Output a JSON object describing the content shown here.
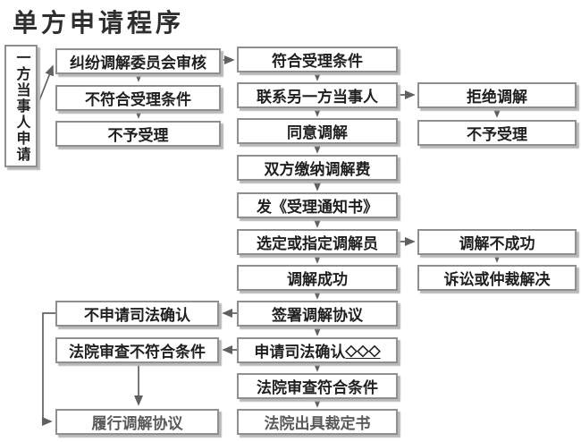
{
  "title": "单方申请程序",
  "colors": {
    "box_border": "#8f8f8f",
    "box_shadow": "#b8b8b8",
    "arrow": "#606060",
    "text": "#1f1f1f",
    "muted_text": "#5a5a5a",
    "background": "#ffffff"
  },
  "flowchart": {
    "start": "一方当事人申请",
    "nodes": {
      "committee_review": "纠纷调解委员会审核",
      "not_meet_conditions": "不符合受理条件",
      "not_accepted_left": "不予受理",
      "meets_conditions": "符合受理条件",
      "contact_other_party": "联系另一方当事人",
      "agree_mediation": "同意调解",
      "pay_fee": "双方缴纳调解费",
      "issue_notice": "发《受理通知书》",
      "select_mediator": "选定或指定调解员",
      "mediation_success": "调解成功",
      "sign_agreement": "签署调解协议",
      "apply_judicial": "申请司法确认",
      "apply_judicial_suffix": "◇◇◇",
      "court_review_pass": "法院审查符合条件",
      "court_ruling": "法院出具裁定书",
      "refuse_mediation": "拒绝调解",
      "not_accepted_right": "不予受理",
      "mediation_fail": "调解不成功",
      "litigation_arbitration": "诉讼或仲裁解决",
      "no_judicial_confirm": "不申请司法确认",
      "court_review_fail": "法院审查不符合条件",
      "perform_agreement": "履行调解协议"
    }
  }
}
